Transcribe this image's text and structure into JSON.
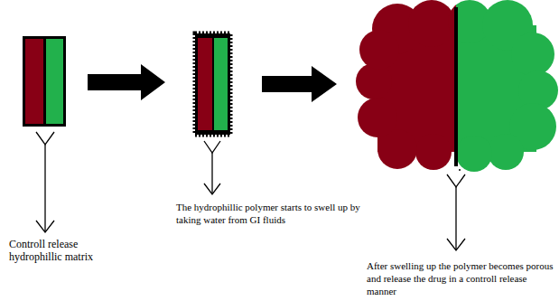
{
  "diagram": {
    "labels": [
      "Controll release hydrophillic matrix",
      "The hydrophillic polymer starts to swell up by taking water from GI fluids",
      "After swelling up the polymer becomes porous and release the drug in a controll release manner"
    ]
  }
}
